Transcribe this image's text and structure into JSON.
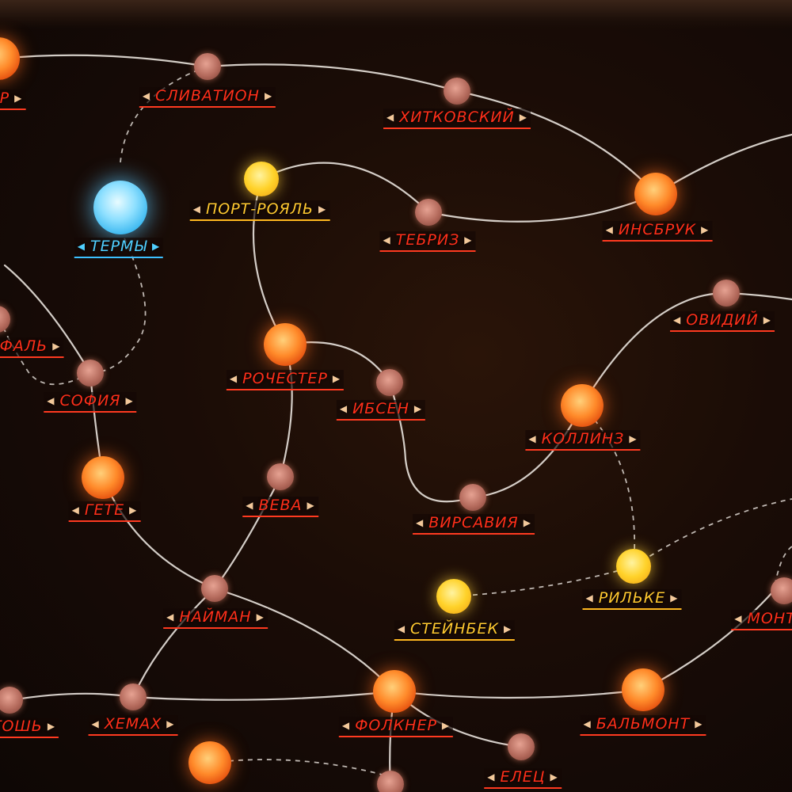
{
  "systems": [
    {
      "id": "slivation",
      "name": "СЛИВАТИОН",
      "type": "small"
    },
    {
      "id": "hitkovsky",
      "name": "ХИТКОВСКИЙ",
      "type": "small"
    },
    {
      "id": "termy",
      "name": "ТЕРМЫ",
      "type": "blue",
      "current": true
    },
    {
      "id": "portroyal",
      "name": "ПОРТ-РОЯЛЬ",
      "type": "yellow"
    },
    {
      "id": "tebriz",
      "name": "ТЕБРИЗ",
      "type": "small"
    },
    {
      "id": "insbruk",
      "name": "ИНСБРУК",
      "type": "orange"
    },
    {
      "id": "ovidiy",
      "name": "ОВИДИЙ",
      "type": "small"
    },
    {
      "id": "falg",
      "name": "ФАЛЬ",
      "type": "small"
    },
    {
      "id": "sofia",
      "name": "СОФИЯ",
      "type": "small"
    },
    {
      "id": "rochester",
      "name": "РОЧЕСТЕР",
      "type": "orange"
    },
    {
      "id": "ibsen",
      "name": "ИБСЕН",
      "type": "small"
    },
    {
      "id": "collins",
      "name": "КОЛЛИНЗ",
      "type": "orange"
    },
    {
      "id": "gete",
      "name": "ГЕТЕ",
      "type": "orange"
    },
    {
      "id": "veva",
      "name": "ВЕВА",
      "type": "small"
    },
    {
      "id": "virsavia",
      "name": "ВИРСАВИЯ",
      "type": "small"
    },
    {
      "id": "rilke",
      "name": "РИЛЬКЕ",
      "type": "yellow"
    },
    {
      "id": "steinbek",
      "name": "СТЕЙНБЕК",
      "type": "yellow"
    },
    {
      "id": "nayman",
      "name": "НАЙМАН",
      "type": "small"
    },
    {
      "id": "mont",
      "name": "МОНТ",
      "type": "small"
    },
    {
      "id": "hemah",
      "name": "ХЕМАХ",
      "type": "small"
    },
    {
      "id": "folkner",
      "name": "ФОЛКНЕР",
      "type": "orange"
    },
    {
      "id": "balmont",
      "name": "БАЛЬМОНТ",
      "type": "orange"
    },
    {
      "id": "tosh",
      "name": "ТОШЬ",
      "type": "small"
    },
    {
      "id": "elets",
      "name": "ЕЛЕЦ",
      "type": "small"
    },
    {
      "id": "topleft",
      "name": "Р",
      "type": "orange"
    },
    {
      "id": "leftmid",
      "name": "",
      "type": "small"
    },
    {
      "id": "bottomstar",
      "name": "",
      "type": "orange"
    },
    {
      "id": "bottomsmall",
      "name": "",
      "type": "small"
    }
  ],
  "colors": {
    "label_red": "#ff2f1a",
    "label_yellow": "#ffc930",
    "label_blue": "#50cfff",
    "route": "#e8e2dc"
  }
}
